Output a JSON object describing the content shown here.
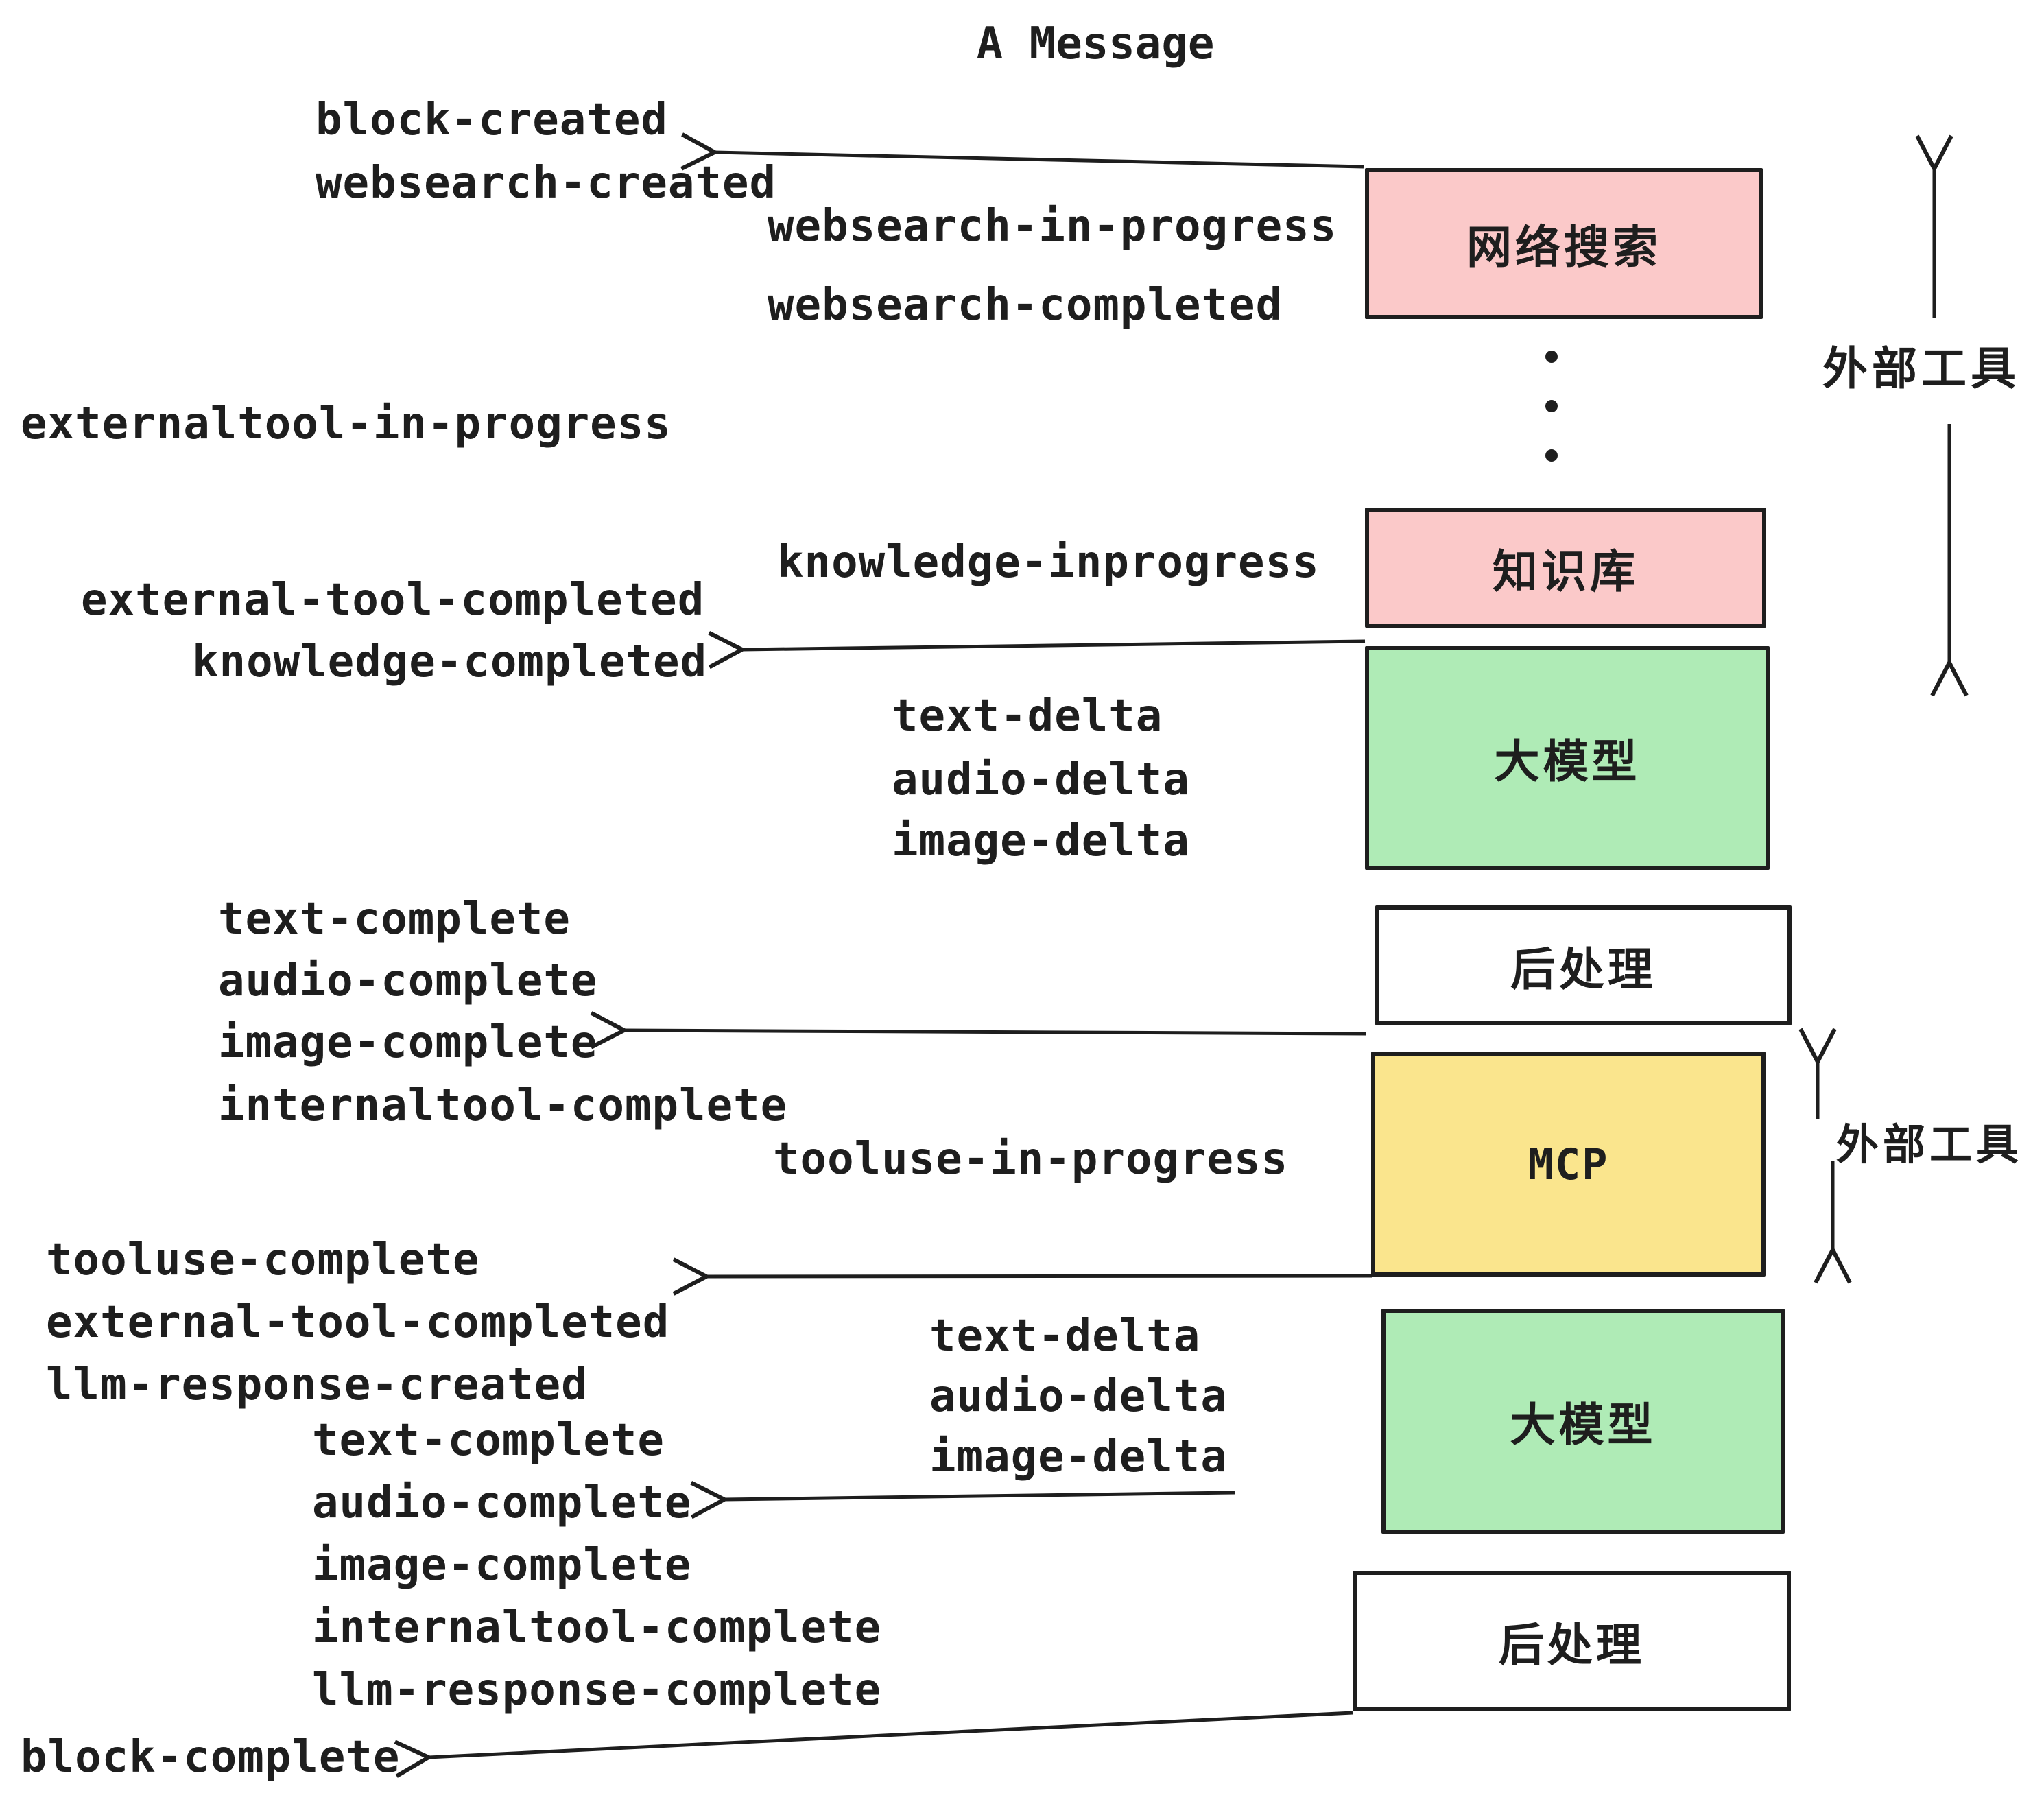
{
  "title": "A Message",
  "colors": {
    "pink": "#fbc9c9",
    "green": "#afebb6",
    "yellow": "#fae58d",
    "box_white": "#ffffff",
    "stroke": "#1e1e1e"
  },
  "boxes": {
    "websearch": "网络搜索",
    "knowledge": "知识库",
    "llm_top": "大模型",
    "postprocess_top": "后处理",
    "mcp": "MCP",
    "llm_bottom": "大模型",
    "postprocess_bottom": "后处理"
  },
  "side_labels": {
    "external_tools_top": "外部工具",
    "external_tools_bottom": "外部工具"
  },
  "events": {
    "block_created": "block-created",
    "websearch_created": "websearch-created",
    "websearch_in_progress": "websearch-in-progress",
    "websearch_completed": "websearch-completed",
    "externaltool_in_progress": "externaltool-in-progress",
    "knowledge_inprogress": "knowledge-inprogress",
    "external_tool_completed": "external-tool-completed",
    "knowledge_completed": "knowledge-completed",
    "deltas_top": {
      "text": "text-delta",
      "audio": "audio-delta",
      "image": "image-delta"
    },
    "completes_top": [
      "text-complete",
      "audio-complete",
      "image-complete",
      "internaltool-complete"
    ],
    "tooluse_in_progress": "tooluse-in-progress",
    "tooluse_complete": "tooluse-complete",
    "external_tool_completed_2": "external-tool-completed",
    "llm_response_created": "llm-response-created",
    "deltas_bottom": {
      "text": "text-delta",
      "audio": "audio-delta",
      "image": "image-delta"
    },
    "completes_bottom": [
      "text-complete",
      "audio-complete",
      "image-complete",
      "internaltool-complete",
      "llm-response-complete"
    ],
    "block_complete": "block-complete"
  }
}
